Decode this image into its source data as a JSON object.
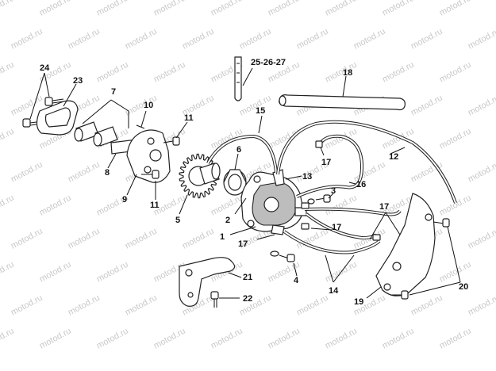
{
  "watermark": {
    "text": "motod.ru"
  },
  "labels": {
    "p24": "24",
    "p23": "23",
    "p7": "7",
    "p10": "10",
    "p11a": "11",
    "p11b": "11",
    "p8": "8",
    "p9": "9",
    "p5": "5",
    "p6": "6",
    "p2": "2",
    "p1": "1",
    "p15": "15",
    "p252627": "25-26-27",
    "p18": "18",
    "p13": "13",
    "p17a": "17",
    "p16": "16",
    "p12": "12",
    "p3": "3",
    "p17b": "17",
    "p17c": "17",
    "p17d": "17",
    "p4": "4",
    "p21": "21",
    "p22": "22",
    "p14": "14",
    "p19": "19",
    "p20": "20"
  }
}
